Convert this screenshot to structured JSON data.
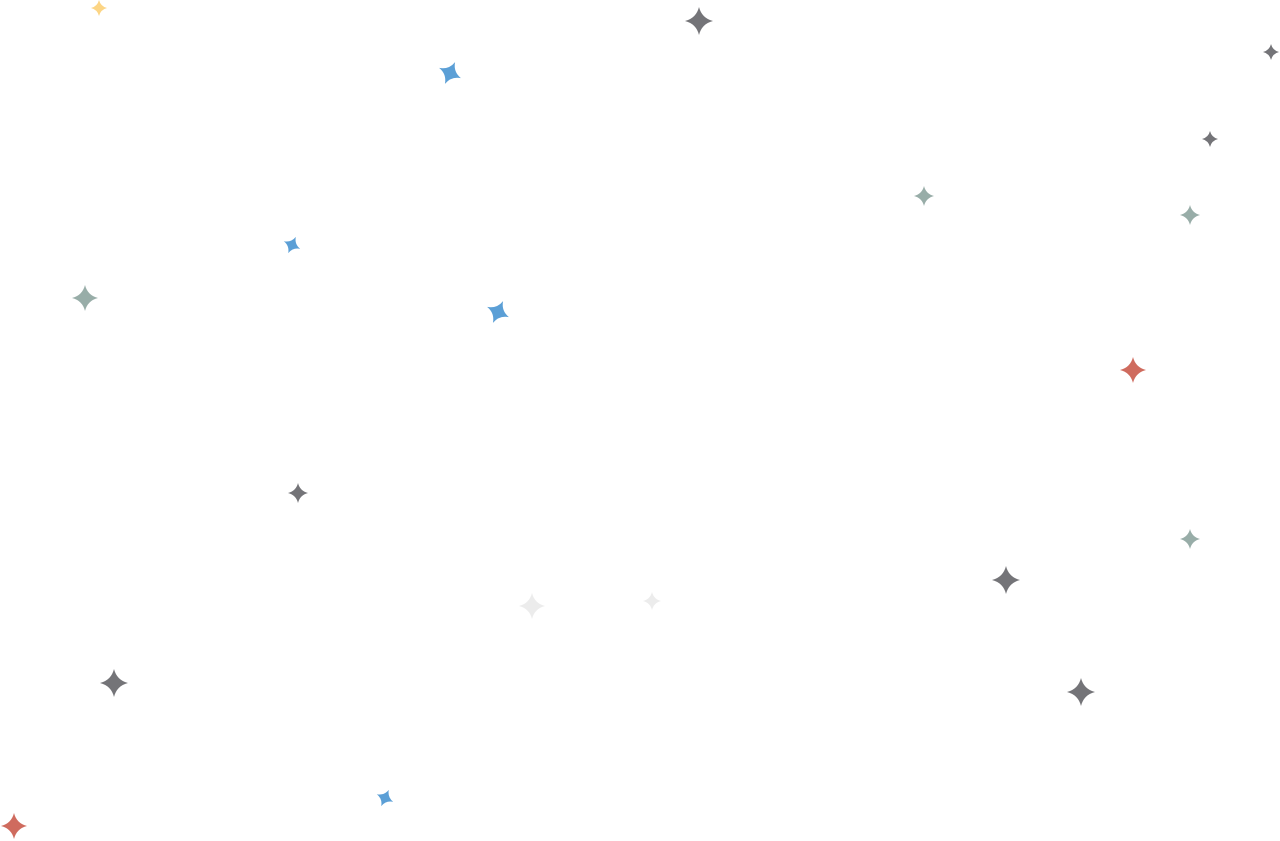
{
  "colors": {
    "background": "#ffffff",
    "gray": "#747478",
    "sage": "#98ada8",
    "blue": "#5b9fd6",
    "red": "#cf6b5e",
    "yellow": "#fcd585",
    "faint": "#ececec"
  },
  "stars": [
    {
      "icon": "sparkle-icon",
      "color": "yellow"
    },
    {
      "icon": "sparkle-icon",
      "color": "gray"
    },
    {
      "icon": "sparkle-icon",
      "color": "gray"
    },
    {
      "icon": "sparkle-icon",
      "color": "blue"
    },
    {
      "icon": "sparkle-icon",
      "color": "gray"
    },
    {
      "icon": "sparkle-icon",
      "color": "sage"
    },
    {
      "icon": "sparkle-icon",
      "color": "sage"
    },
    {
      "icon": "sparkle-icon",
      "color": "blue"
    },
    {
      "icon": "sparkle-icon",
      "color": "sage"
    },
    {
      "icon": "sparkle-icon",
      "color": "blue"
    },
    {
      "icon": "sparkle-icon",
      "color": "red"
    },
    {
      "icon": "sparkle-icon",
      "color": "gray"
    },
    {
      "icon": "sparkle-icon",
      "color": "sage"
    },
    {
      "icon": "sparkle-icon",
      "color": "gray"
    },
    {
      "icon": "sparkle-icon",
      "color": "faint"
    },
    {
      "icon": "sparkle-icon",
      "color": "faint"
    },
    {
      "icon": "sparkle-icon",
      "color": "gray"
    },
    {
      "icon": "sparkle-icon",
      "color": "gray"
    },
    {
      "icon": "sparkle-icon",
      "color": "blue"
    },
    {
      "icon": "sparkle-icon",
      "color": "red"
    }
  ]
}
